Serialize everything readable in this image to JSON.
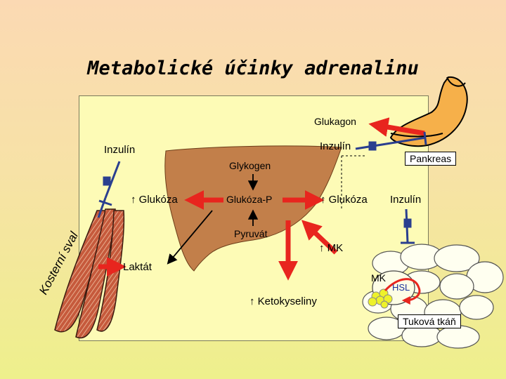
{
  "title": "Metabolické účinky adrenalinu",
  "labels": {
    "glukagon": "Glukagon",
    "inzulin_left": "Inzulín",
    "inzulin_top": "Inzulín",
    "inzulin_right": "Inzulín",
    "pankreas": "Pankreas",
    "glykogen": "Glykogen",
    "glukoza_left": "↑ Glukóza",
    "glukoza_p": "Glukóza-P",
    "glukoza_right": "↑ Glukóza",
    "pyruvat": "Pyruvát",
    "mk_up": "↑ MK",
    "laktat": "Laktát",
    "ketokyseliny": "↑ Ketokyseliny",
    "mk_cell": "MK",
    "hsl": "HSL",
    "tukova_tkan": "Tuková tkáň",
    "kosterni_sval": "Kosterní sval"
  },
  "colors": {
    "liver": "#c27f4a",
    "arrow_red": "#e8251e",
    "blocker_blue": "#2a3f8f",
    "pancreas": "#f6b04a",
    "fat_cell_yellow": "#eef22a",
    "muscle_red": "#b8402a"
  }
}
